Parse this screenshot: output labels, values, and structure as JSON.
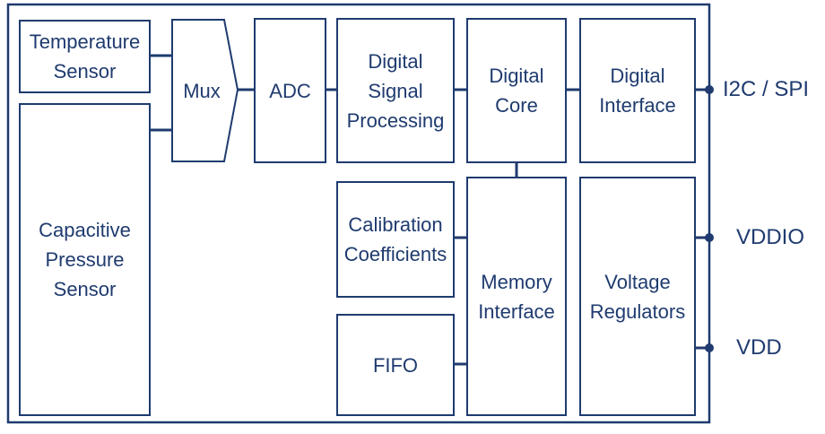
{
  "blocks": {
    "temperature_sensor": "Temperature\nSensor",
    "capacitive_pressure_sensor": "Capacitive\nPressure\nSensor",
    "mux": "Mux",
    "adc": "ADC",
    "digital_signal_processing": "Digital\nSignal\nProcessing",
    "digital_core": "Digital\nCore",
    "digital_interface": "Digital\nInterface",
    "calibration_coefficients": "Calibration\nCoefficients",
    "fifo": "FIFO",
    "memory_interface": "Memory\nInterface",
    "voltage_regulators": "Voltage\nRegulators"
  },
  "pins": {
    "i2c_spi": "I2C / SPI",
    "vddio": "VDDIO",
    "vdd": "VDD"
  },
  "colors": {
    "line": "#1f3b6f",
    "background": "#ffffff"
  }
}
